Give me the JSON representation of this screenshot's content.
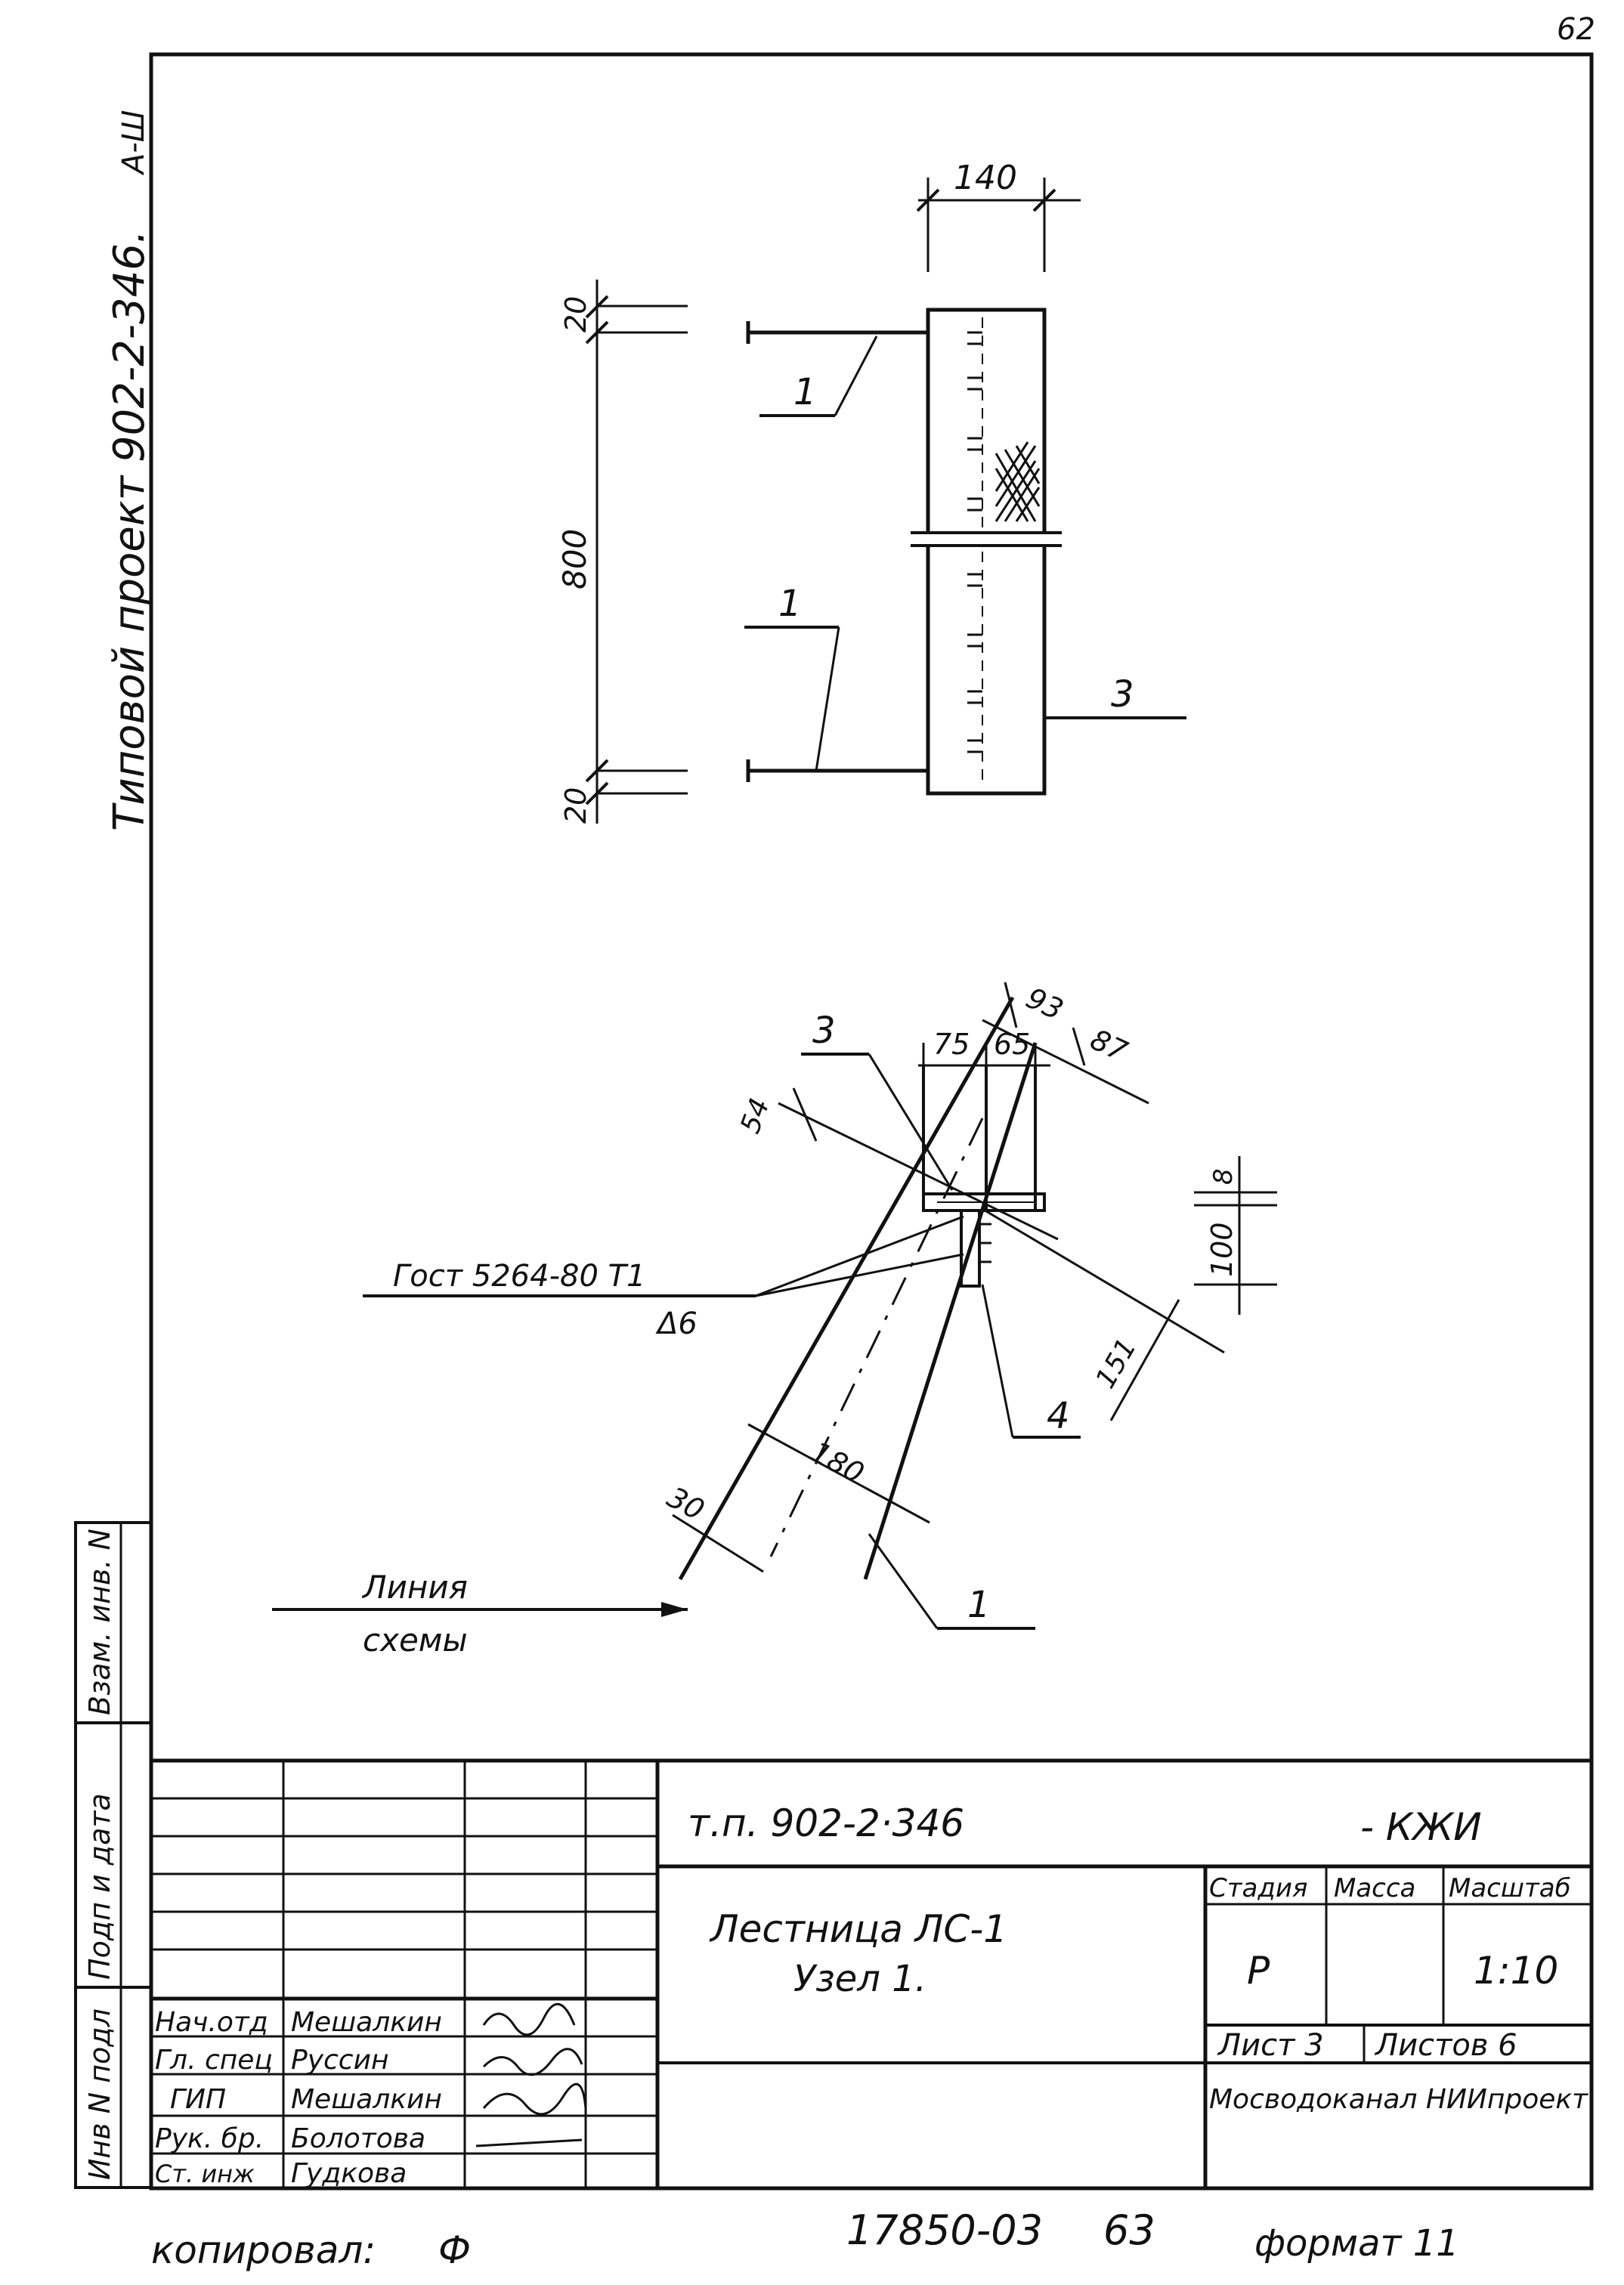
{
  "sheet": {
    "page_number": "62",
    "side_caption": "Типовой проект 902-2-346.",
    "side_code": "А-Ш",
    "copied_by": "копировал:",
    "copied_sign": "Ф",
    "format": "формат 11",
    "inventory": "17850-03",
    "inventory_sheet": "63"
  },
  "margin": {
    "inv_original": "Инв N подл",
    "sign_date": "Подп и дата",
    "replacement_inv": "Взам. инв. N"
  },
  "drawing": {
    "top": {
      "width": "140",
      "top_thk": "20",
      "height": "800",
      "bottom_thk": "20",
      "lbl_1a": "1",
      "lbl_1b": "1",
      "lbl_3": "3"
    },
    "node": {
      "lbl_3": "3",
      "d75": "75",
      "d65": "65",
      "d93": "93",
      "d87": "87",
      "d54": "54",
      "d8": "8",
      "d100": "100",
      "d151": "151",
      "lbl_4": "4",
      "d180": "180",
      "d30": "30",
      "lbl_1": "1",
      "gost": "Гост 5264-80  Т1",
      "weld": "Δ6",
      "scheme_line_1": "Линия",
      "scheme_line_2": "схемы"
    }
  },
  "title_block": {
    "doc_code": "т.п.  902-2·346",
    "doc_suffix": "- КЖИ",
    "title_line1": "Лестница  ЛС-1",
    "title_line2": "Узел  1.",
    "stage_hdr": "Стадия",
    "mass_hdr": "Масса",
    "scale_hdr": "Масштаб",
    "stage": "Р",
    "mass": "",
    "scale": "1:10",
    "sheet": "Лист 3",
    "sheets": "Листов 6",
    "org": "Мосводоканал НИИпроект",
    "staff": [
      {
        "role": "Нач.отд",
        "name": "Мешалкин"
      },
      {
        "role": "Гл. спец",
        "name": "Руссин"
      },
      {
        "role": "ГИП",
        "name": "Мешалкин"
      },
      {
        "role": "Рук. бр.",
        "name": "Болотова"
      },
      {
        "role": "Ст. инж",
        "name": "Гудкова"
      }
    ]
  }
}
